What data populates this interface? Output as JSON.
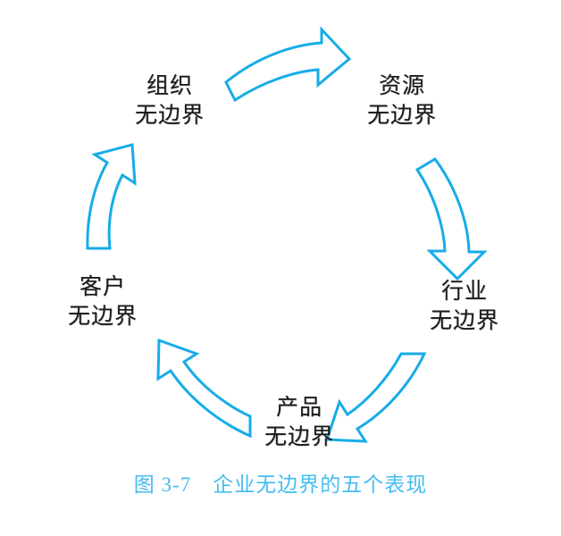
{
  "figure": {
    "caption": "图 3-7　企业无边界的五个表现",
    "accent_color": "#17ace8",
    "caption_color": "#45bdf0",
    "text_color": "#1a1a1a",
    "background_color": "#ffffff"
  },
  "nodes": [
    {
      "id": "organization",
      "line1": "组织",
      "line2": "无边界"
    },
    {
      "id": "resource",
      "line1": "资源",
      "line2": "无边界"
    },
    {
      "id": "industry",
      "line1": "行业",
      "line2": "无边界"
    },
    {
      "id": "product",
      "line1": "产品",
      "line2": "无边界"
    },
    {
      "id": "customer",
      "line1": "客户",
      "line2": "无边界"
    }
  ],
  "arrows": [
    {
      "id": "organization-to-resource",
      "direction": "right",
      "position": "top"
    },
    {
      "id": "resource-to-industry",
      "direction": "down",
      "position": "right"
    },
    {
      "id": "industry-to-product",
      "direction": "down-left",
      "position": "bottom-right"
    },
    {
      "id": "product-to-customer",
      "direction": "up-left",
      "position": "bottom-left"
    },
    {
      "id": "customer-to-organization",
      "direction": "up",
      "position": "left"
    }
  ],
  "chart_data": {
    "type": "diagram",
    "subtype": "cycle",
    "title": "图 3-7　企业无边界的五个表现",
    "node_count": 5,
    "nodes": [
      "组织无边界",
      "资源无边界",
      "行业无边界",
      "产品无边界",
      "客户无边界"
    ],
    "edges": [
      [
        "组织无边界",
        "资源无边界"
      ],
      [
        "资源无边界",
        "行业无边界"
      ],
      [
        "行业无边界",
        "产品无边界"
      ],
      [
        "产品无边界",
        "客户无边界"
      ],
      [
        "客户无边界",
        "组织无边界"
      ]
    ],
    "flow": "clockwise"
  }
}
